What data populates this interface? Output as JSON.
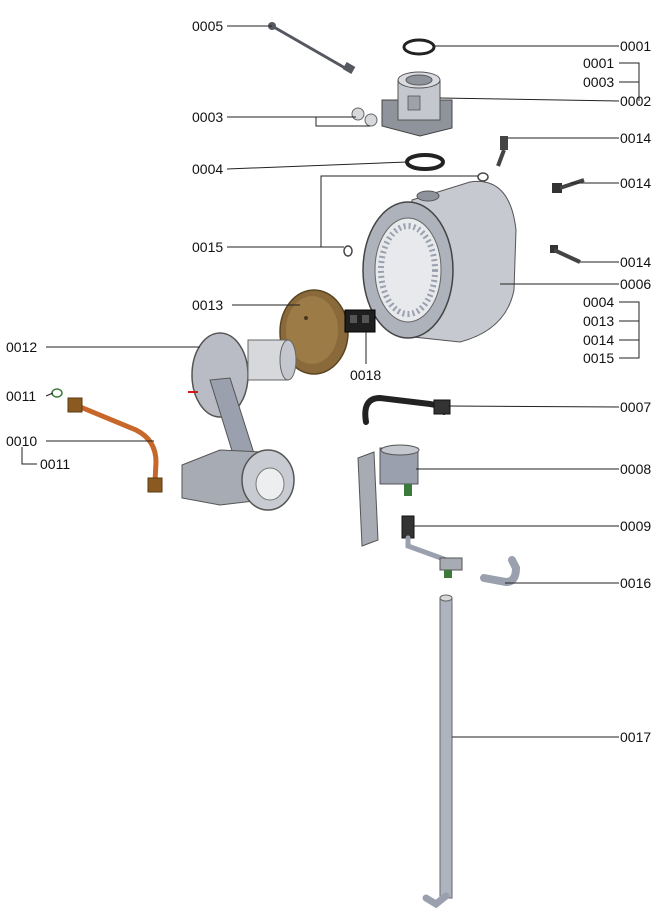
{
  "colors": {
    "metal_gray": "#b9bcc4",
    "dark_gray": "#55585f",
    "copper": "#c8672a",
    "burner_plate": "#8a6a3a",
    "rubber_black": "#222222",
    "pipe_gray": "#9aa0ad",
    "leader_line": "#222222"
  },
  "parts": [
    {
      "id": "0001",
      "name": "seal-ring-top"
    },
    {
      "id": "0002",
      "name": "flue-connector"
    },
    {
      "id": "0003",
      "name": "plugs"
    },
    {
      "id": "0004",
      "name": "gasket"
    },
    {
      "id": "0005",
      "name": "electrode-rod"
    },
    {
      "id": "0006",
      "name": "heat-exchanger"
    },
    {
      "id": "0007",
      "name": "hose"
    },
    {
      "id": "0008",
      "name": "siphon"
    },
    {
      "id": "0009",
      "name": "drain-fitting"
    },
    {
      "id": "0010",
      "name": "copper-gas-pipe"
    },
    {
      "id": "0011",
      "name": "o-ring"
    },
    {
      "id": "0012",
      "name": "burner-fan-assembly"
    },
    {
      "id": "0013",
      "name": "burner-plate"
    },
    {
      "id": "0014",
      "name": "clips"
    },
    {
      "id": "0015",
      "name": "small-rings"
    },
    {
      "id": "0016",
      "name": "elbow"
    },
    {
      "id": "0017",
      "name": "drain-pipe"
    },
    {
      "id": "0018",
      "name": "connector"
    }
  ],
  "labels": {
    "l0005": "0005",
    "l0001": "0001",
    "l0001b": "0001",
    "l0003b": "0003",
    "l0002": "0002",
    "l0003": "0003",
    "l0014a": "0014",
    "l0004": "0004",
    "l0014b": "0014",
    "l0015": "0015",
    "l0014c": "0014",
    "l0006": "0006",
    "l0004b": "0004",
    "l0013": "0013",
    "l0013b": "0013",
    "l0014d": "0014",
    "l0012": "0012",
    "l0015b": "0015",
    "l0018": "0018",
    "l0011": "0011",
    "l0007": "0007",
    "l0010": "0010",
    "l0011b": "0011",
    "l0008": "0008",
    "l0009": "0009",
    "l0016": "0016",
    "l0017": "0017"
  }
}
